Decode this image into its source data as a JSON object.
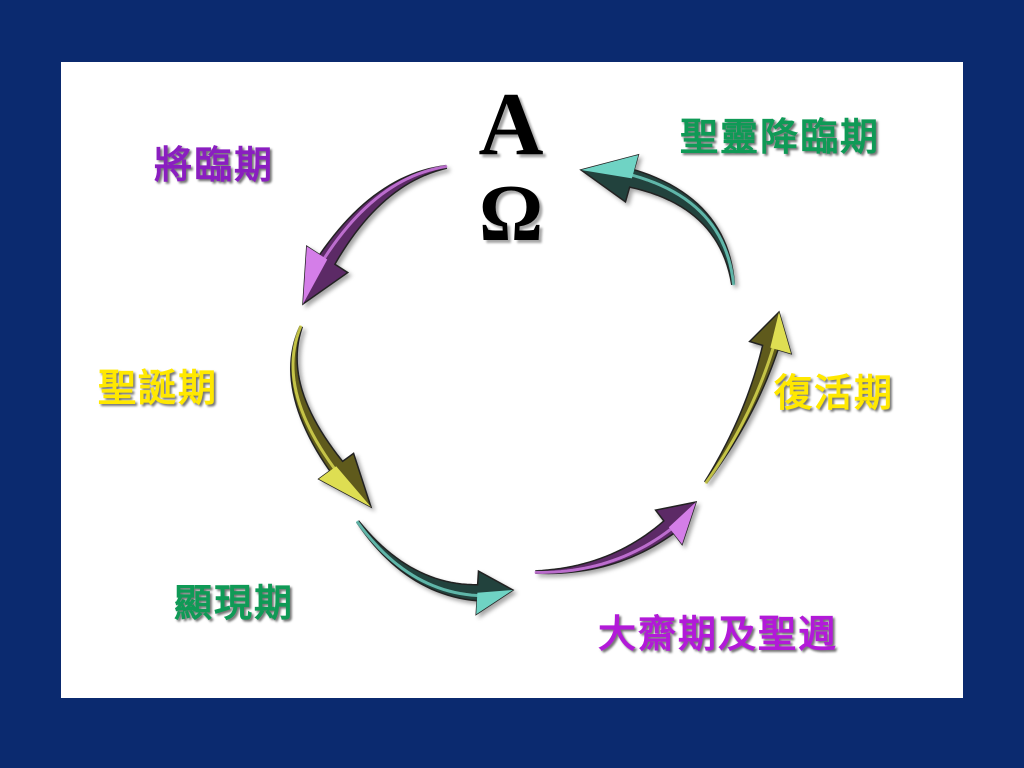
{
  "symbols": {
    "alpha": "A",
    "omega": "Ω"
  },
  "seasons": [
    {
      "key": "advent",
      "label": "將臨期",
      "color": "#8a1ec0"
    },
    {
      "key": "christmas",
      "label": "聖誕期",
      "color": "#ffe800"
    },
    {
      "key": "epiphany",
      "label": "顯現期",
      "color": "#0f9a56"
    },
    {
      "key": "lent",
      "label": "大齋期及聖週",
      "color": "#b21ad8"
    },
    {
      "key": "easter",
      "label": "復活期",
      "color": "#ffe800"
    },
    {
      "key": "pentecost",
      "label": "聖靈降臨期",
      "color": "#0f9a56"
    }
  ],
  "arrows": [
    {
      "from": "advent",
      "fill": "#5c2a66",
      "light": "#d47ee8"
    },
    {
      "from": "christmas",
      "fill": "#5e5a1c",
      "light": "#dede52"
    },
    {
      "from": "epiphany",
      "fill": "#22433e",
      "light": "#6fd3c4"
    },
    {
      "from": "lent",
      "fill": "#5c2a66",
      "light": "#d47ee8"
    },
    {
      "from": "easter",
      "fill": "#5e5a1c",
      "light": "#dede52"
    },
    {
      "from": "pentecost",
      "fill": "#22433e",
      "light": "#6fd3c4"
    }
  ]
}
